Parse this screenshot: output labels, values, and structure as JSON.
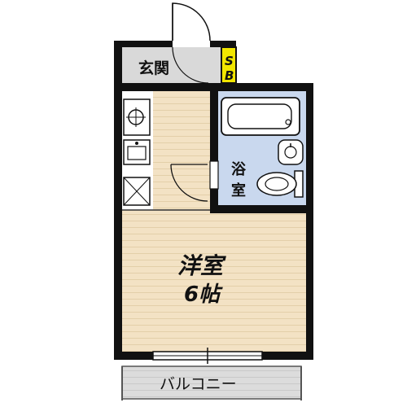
{
  "rooms": {
    "entrance": "玄関",
    "shoe_box": "SB",
    "bath_line1": "浴",
    "bath_line2": "室",
    "western_room": "洋室",
    "western_room_size": "6帖",
    "balcony": "バルコニー"
  },
  "colors": {
    "wall": "#111111",
    "floor_wood": "#f3e2c4",
    "floor_stripe": "#e3cfa9",
    "bath": "#c9d8ee",
    "entrance": "#d9d9d9",
    "shoe_box": "#f2e600",
    "balcony": "#d9d9d9"
  },
  "icons": [
    "door-swing-icon",
    "gas-stove-icon",
    "kitchen-sink-icon",
    "ventilation-icon",
    "bathtub-icon",
    "washbasin-icon",
    "toilet-icon"
  ]
}
